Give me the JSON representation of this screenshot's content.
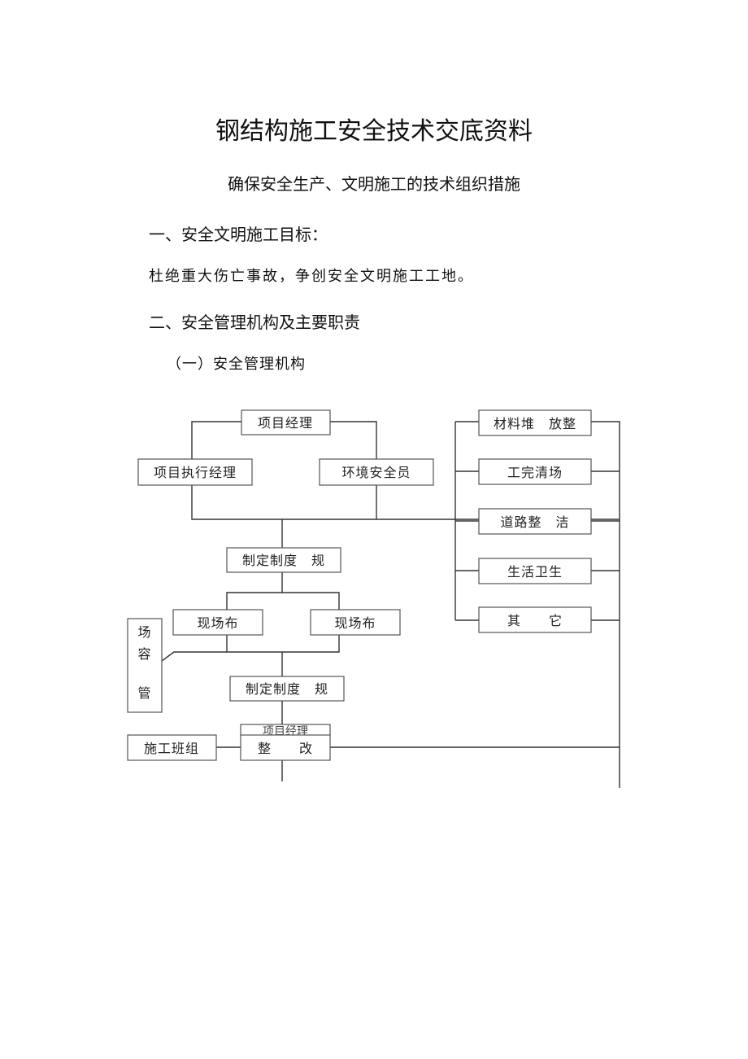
{
  "document": {
    "title": "钢结构施工安全技术交底资料",
    "subtitle": "确保安全生产、文明施工的技术组织措施",
    "section1_heading": "一、安全文明施工目标：",
    "section1_body": "杜绝重大伤亡事故，争创安全文明施工工地。",
    "section2_heading": "二、安全管理机构及主要职责",
    "subsection1_heading": "（一）安全管理机构"
  },
  "org_chart": {
    "nodes": {
      "project_manager": "项目经理",
      "exec_manager": "项目执行经理",
      "env_safety_officer": "环境安全员",
      "regulation_top": "制定制度　规",
      "site_layout_left": "现场布",
      "site_layout_right": "现场布",
      "site_appearance_1": "场",
      "site_appearance_2": "容",
      "site_appearance_3": "管",
      "regulation_bottom": "制定制度　规",
      "construction_team": "施工班组",
      "rectify_overlap": "项目经理",
      "rectify": "整　　改",
      "materials": "材料堆　放整",
      "cleanup": "工完清场",
      "road_cleaning": "道路整　洁",
      "living_hygiene": "生活卫生",
      "others": "其　　它"
    }
  }
}
